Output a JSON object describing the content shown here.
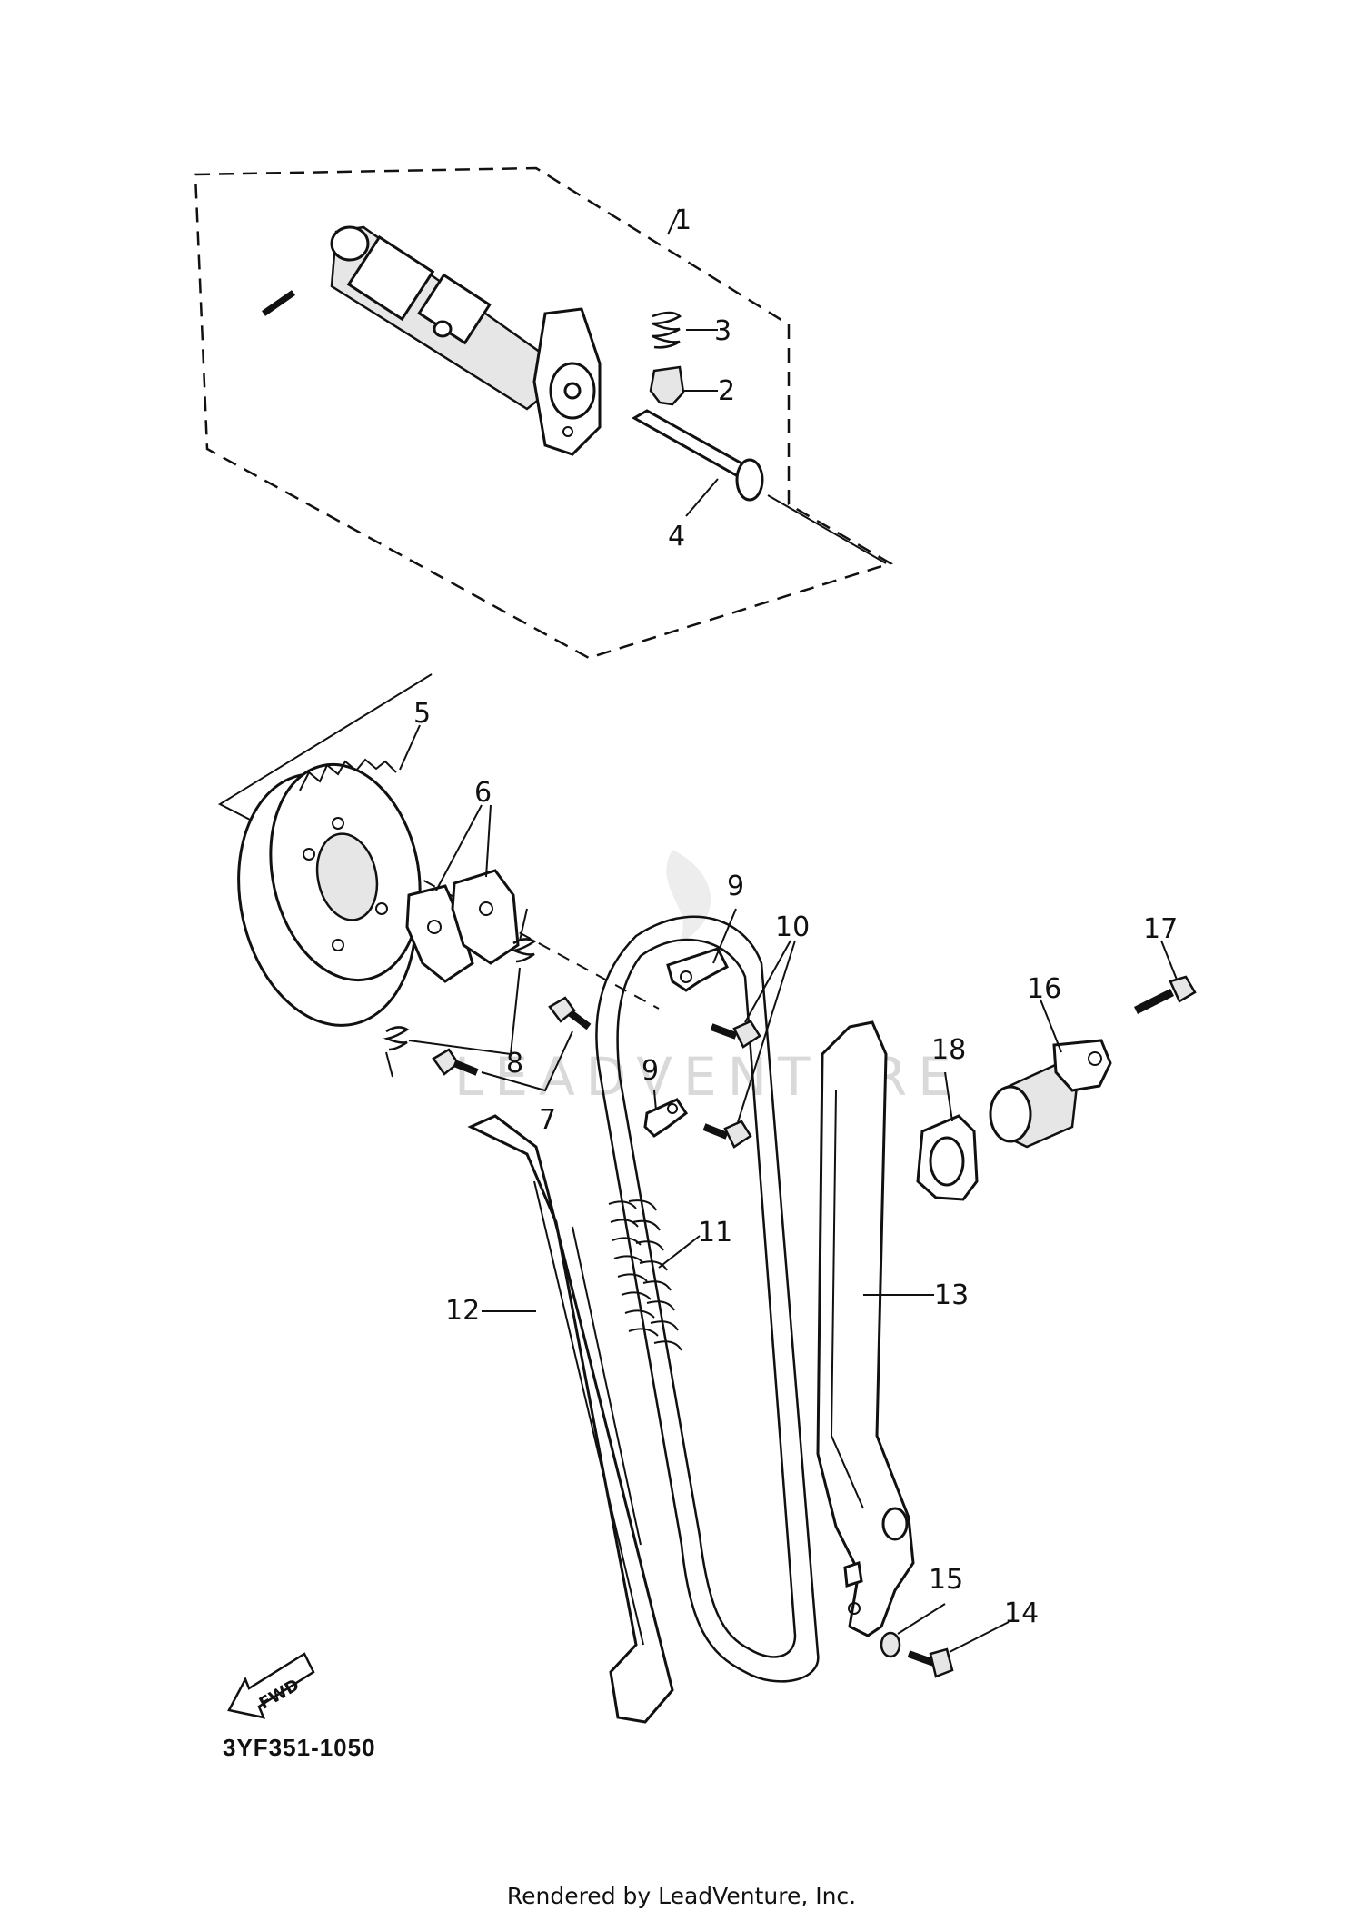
{
  "watermark": "LEADVENTURE",
  "diagram_code": "3YF351-1050",
  "fwd_label": "FWD",
  "footer": "Rendered by LeadVenture, Inc.",
  "callouts": {
    "p1": "1",
    "p2": "2",
    "p3": "3",
    "p4": "4",
    "p5": "5",
    "p6": "6",
    "p7": "7",
    "p8": "8",
    "p9a": "9",
    "p9b": "9",
    "p10": "10",
    "p11": "11",
    "p12": "12",
    "p13": "13",
    "p14": "14",
    "p15": "15",
    "p16": "16",
    "p17": "17",
    "p18": "18"
  }
}
